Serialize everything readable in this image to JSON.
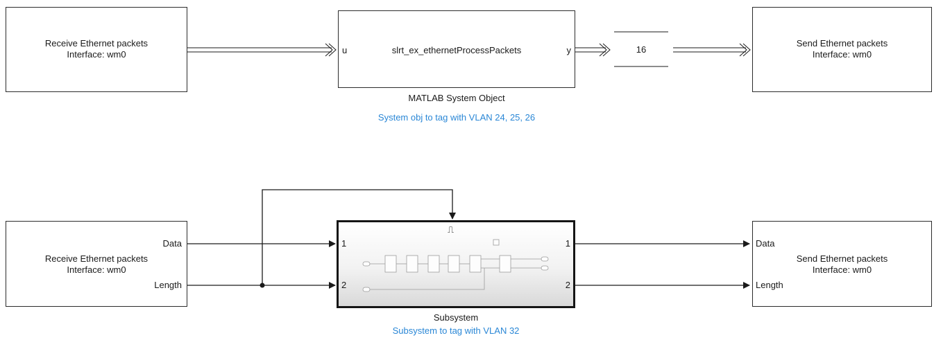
{
  "top_row": {
    "receive_block": {
      "line1": "Receive Ethernet packets",
      "line2": "Interface: wm0"
    },
    "system_object_block": {
      "input_port": "u",
      "name": "slrt_ex_ethernetProcessPackets",
      "output_port": "y",
      "caption": "MATLAB System Object",
      "annotation": "System obj to tag with VLAN 24, 25, 26"
    },
    "width_display": {
      "value": "16"
    },
    "send_block": {
      "line1": "Send Ethernet packets",
      "line2": "Interface: wm0"
    }
  },
  "bottom_row": {
    "receive_block": {
      "port_data": "Data",
      "line1": "Receive Ethernet packets",
      "line2": "Interface: wm0",
      "port_length": "Length"
    },
    "subsystem_block": {
      "in1": "1",
      "in2": "2",
      "out1": "1",
      "out2": "2",
      "trigger_glyph": "⎍",
      "caption": "Subsystem",
      "annotation": "Subsystem to tag with VLAN 32"
    },
    "send_block": {
      "port_data": "Data",
      "line1": "Send Ethernet packets",
      "line2": "Interface: wm0",
      "port_length": "Length"
    }
  },
  "colors": {
    "annotation": "#2a87d6",
    "line": "#1a1a1a"
  }
}
